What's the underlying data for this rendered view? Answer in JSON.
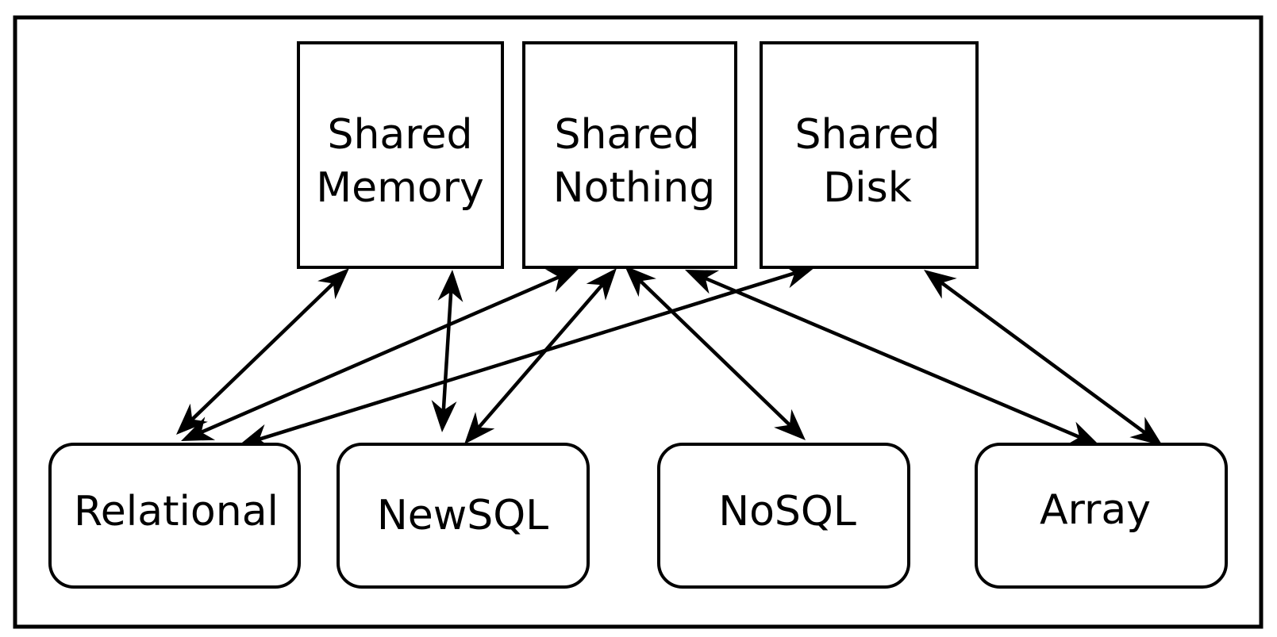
{
  "architectures": [
    {
      "id": "shared-memory",
      "lines": [
        "Shared",
        "Memory"
      ]
    },
    {
      "id": "shared-nothing",
      "lines": [
        "Shared",
        "Nothing"
      ]
    },
    {
      "id": "shared-disk",
      "lines": [
        "Shared",
        "Disk"
      ]
    }
  ],
  "systems": [
    {
      "id": "relational",
      "label": "Relational"
    },
    {
      "id": "newsql",
      "label": "NewSQL"
    },
    {
      "id": "nosql",
      "label": "NoSQL"
    },
    {
      "id": "array",
      "label": "Array"
    }
  ],
  "edges": [
    {
      "from": "relational",
      "to": "shared-memory"
    },
    {
      "from": "relational",
      "to": "shared-nothing"
    },
    {
      "from": "relational",
      "to": "shared-disk"
    },
    {
      "from": "newsql",
      "to": "shared-memory"
    },
    {
      "from": "newsql",
      "to": "shared-nothing"
    },
    {
      "from": "nosql",
      "to": "shared-nothing"
    },
    {
      "from": "array",
      "to": "shared-nothing"
    },
    {
      "from": "array",
      "to": "shared-disk"
    }
  ],
  "colors": {
    "stroke": "#000000",
    "fill": "#ffffff"
  }
}
